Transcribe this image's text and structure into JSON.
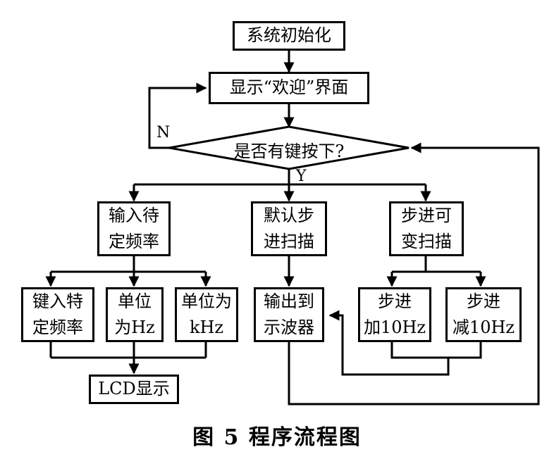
{
  "nodes": {
    "init": "系统初始化",
    "welcome": "显示“欢迎”界面",
    "decision": "是否有键按下?",
    "input_freq": "输入待\n定频率",
    "default_step": "默认步\n进扫描",
    "var_step": "步进可\n变扫描",
    "key_freq": "键入特\n定频率",
    "unit_hz": "单位\n为Hz",
    "unit_khz": "单位为\nkHz",
    "output_osc": "输出到\n示波器",
    "step_add": "步进\n加10Hz",
    "step_sub": "步进\n减10Hz",
    "lcd": "LCD显示"
  },
  "labels": {
    "no": "N",
    "yes": "Y"
  },
  "caption": "图 5  程序流程图"
}
